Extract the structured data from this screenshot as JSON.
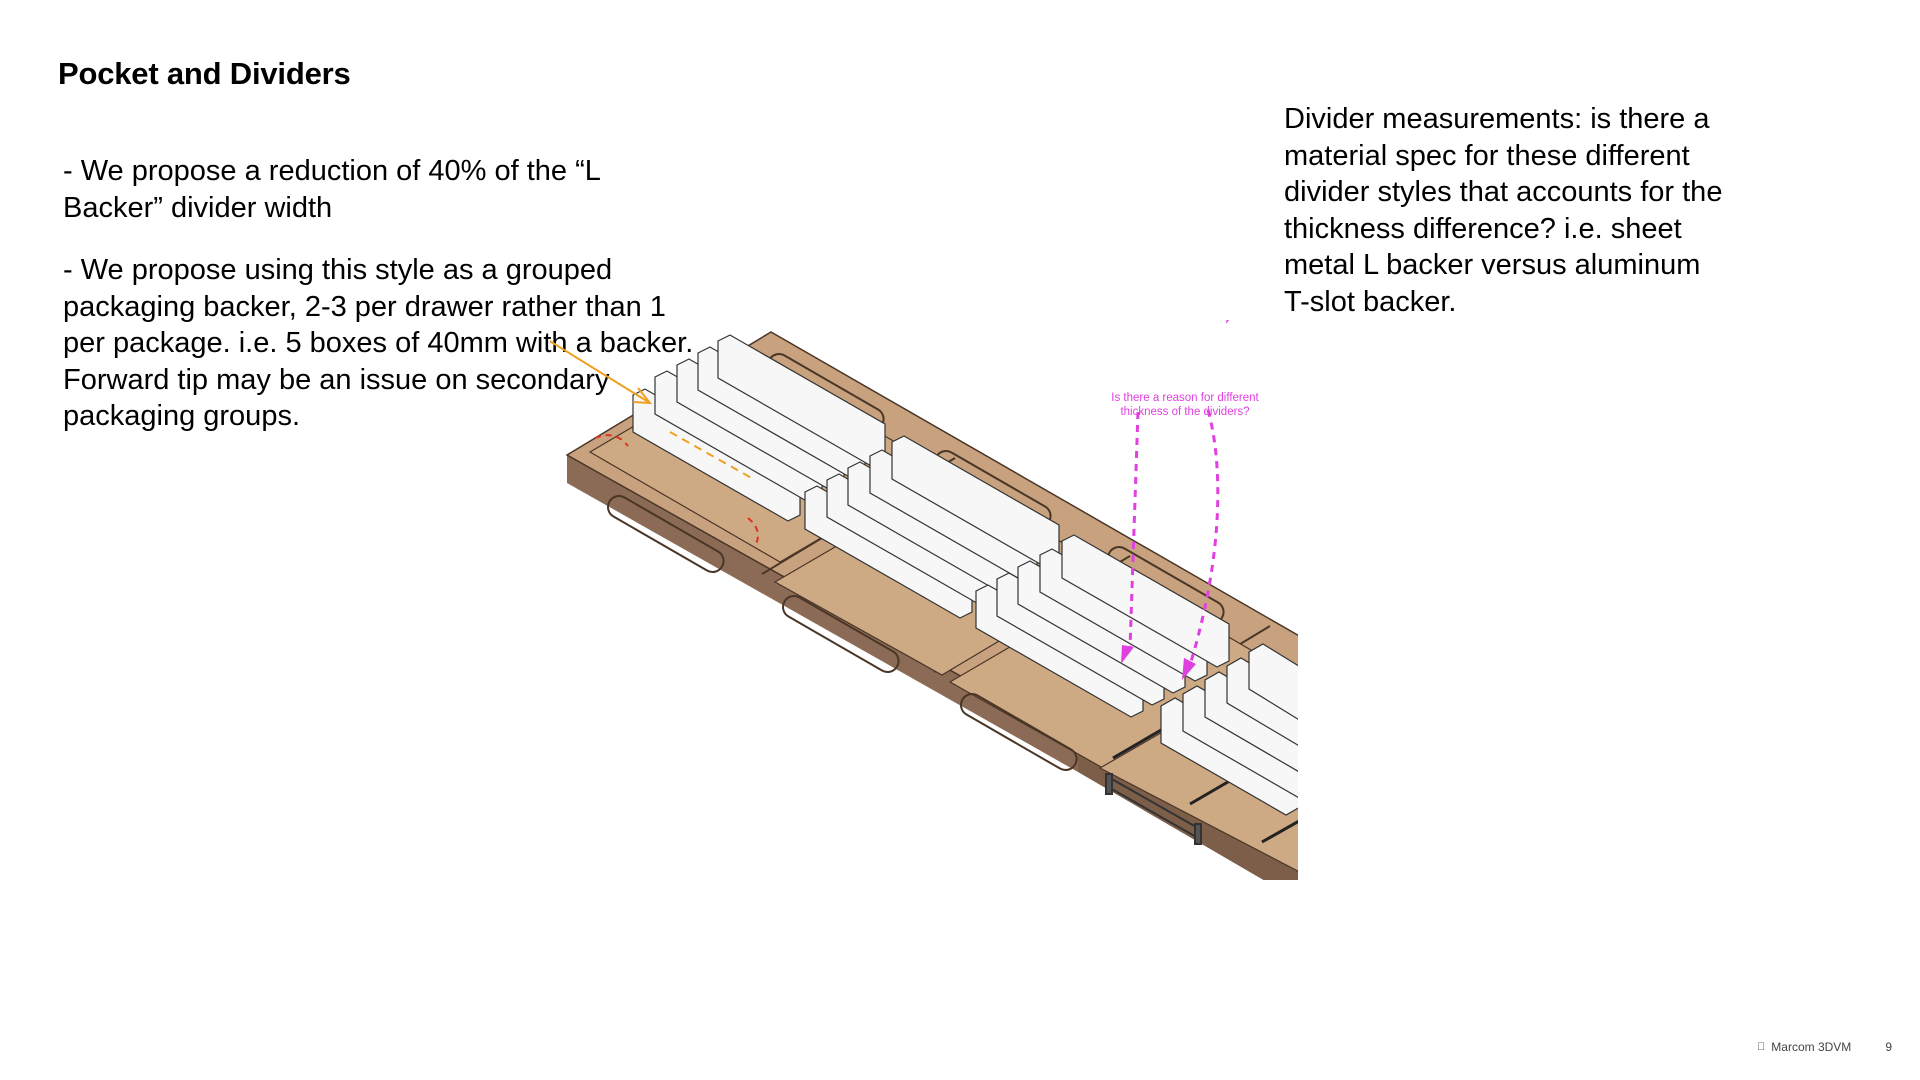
{
  "slide": {
    "title": "Pocket and Dividers",
    "left_notes": [
      "- We propose a reduction of 40% of the “L Backer” divider width",
      "- We propose using this style as a grouped packaging backer, 2-3 per drawer rather than 1 per package. i.e. 5 boxes of 40mm with a backer. Forward tip may be an issue on secondary packaging groups."
    ],
    "right_note": "Divider measurements: is there a material spec for these different divider styles that accounts for the thickness difference? i.e. sheet metal L backer versus aluminum T-slot backer.",
    "callout": "Is there a reason for different thickness of the dividers?"
  },
  "footer": {
    "logo_icon": "apple-logo-icon",
    "brand": "Marcom 3DVM",
    "page_number": "9"
  },
  "colors": {
    "tray_top": "#c8a27e",
    "tray_side": "#8b6b55",
    "divider": "#f7f7f7",
    "annotation_pink": "#e040e0",
    "annotation_orange": "#f0a020",
    "annotation_red": "#e03020"
  }
}
